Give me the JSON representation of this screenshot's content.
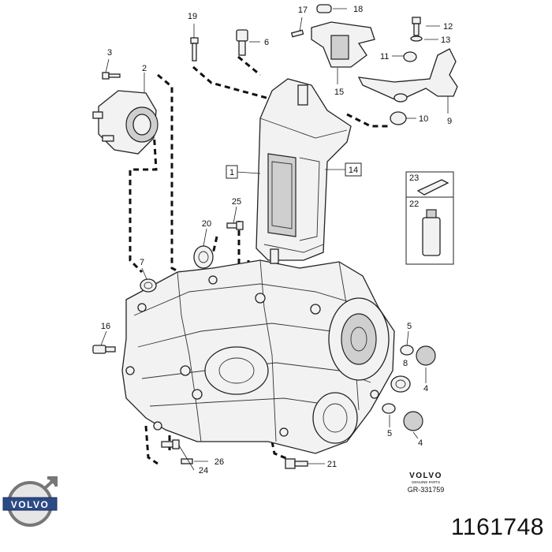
{
  "callouts": [
    {
      "id": "c19",
      "text": "19"
    },
    {
      "id": "c17",
      "text": "17"
    },
    {
      "id": "c18",
      "text": "18"
    },
    {
      "id": "c12",
      "text": "12"
    },
    {
      "id": "c13",
      "text": "13"
    },
    {
      "id": "c6",
      "text": "6"
    },
    {
      "id": "c11",
      "text": "11"
    },
    {
      "id": "c3",
      "text": "3"
    },
    {
      "id": "c2",
      "text": "2"
    },
    {
      "id": "c15",
      "text": "15"
    },
    {
      "id": "c9",
      "text": "9"
    },
    {
      "id": "c10",
      "text": "10"
    },
    {
      "id": "c14",
      "text": "14"
    },
    {
      "id": "c1",
      "text": "1"
    },
    {
      "id": "c23",
      "text": "23"
    },
    {
      "id": "c22",
      "text": "22"
    },
    {
      "id": "c25",
      "text": "25"
    },
    {
      "id": "c20",
      "text": "20"
    },
    {
      "id": "c7",
      "text": "7"
    },
    {
      "id": "c16",
      "text": "16"
    },
    {
      "id": "c5a",
      "text": "5"
    },
    {
      "id": "c8",
      "text": "8"
    },
    {
      "id": "c4a",
      "text": "4"
    },
    {
      "id": "c5b",
      "text": "5"
    },
    {
      "id": "c4b",
      "text": "4"
    },
    {
      "id": "c26",
      "text": "26"
    },
    {
      "id": "c24",
      "text": "24"
    },
    {
      "id": "c21",
      "text": "21"
    }
  ],
  "footer": {
    "brand_top": "VOLVO",
    "brand_sub": "GENUINE PARTS",
    "drawing_code": "GR-331759",
    "logo_text": "VOLVO",
    "part_number": "1161748"
  },
  "colors": {
    "ink": "#111111",
    "part_fill": "#f2f2f2",
    "shade": "#cfcfcf"
  }
}
